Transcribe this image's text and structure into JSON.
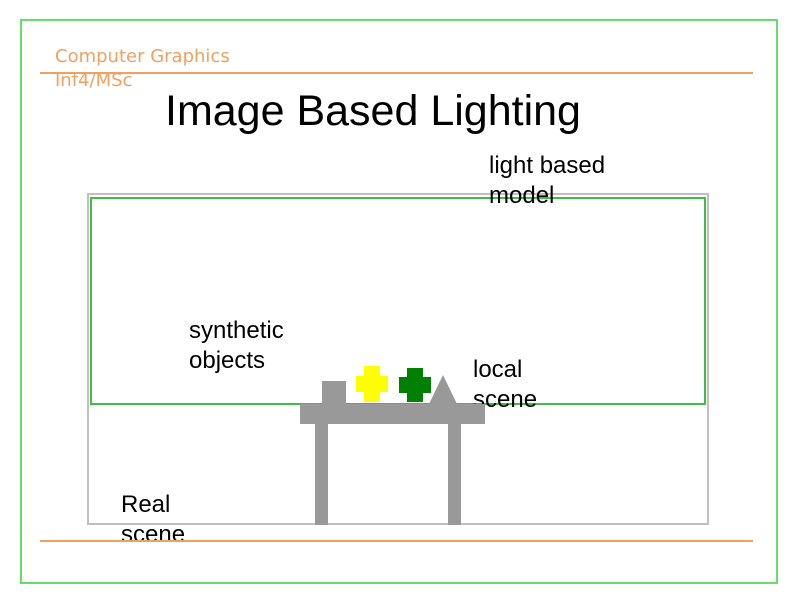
{
  "header": {
    "course_title": "Computer Graphics\nInf4/MSc",
    "slide_title": "Image Based Lighting"
  },
  "diagram": {
    "labels": {
      "light_based_model": "light based\nmodel",
      "synthetic_objects": "synthetic\nobjects",
      "local_scene": "local\nscene",
      "real_scene": "Real\nscene"
    },
    "colors": {
      "frame": "#66dd66",
      "rule": "#f0a060",
      "model_box": "#44bb44",
      "real_scene_box": "#c0c0c0",
      "table": "#999999",
      "yellow_object": "#ffff00",
      "green_object": "#008000"
    }
  }
}
